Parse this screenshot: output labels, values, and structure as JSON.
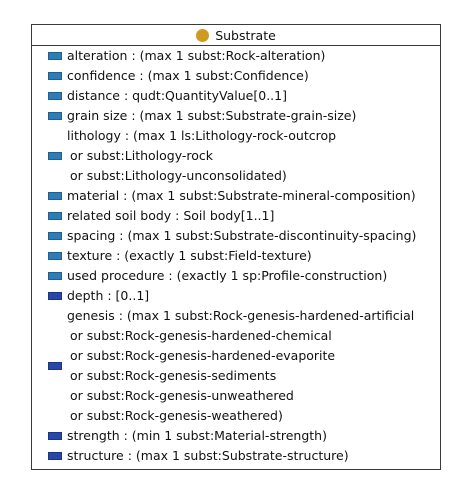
{
  "class_name": "Substrate",
  "colors": {
    "class_dot": "#cf9a20",
    "object_property": "#2d7cb5",
    "datatype_property": "#2748a8",
    "border": "#3a3a3a"
  },
  "attributes": [
    {
      "kind": "object_property",
      "lines": [
        "alteration :  (max 1 subst:Rock-alteration)"
      ]
    },
    {
      "kind": "object_property",
      "lines": [
        "confidence :  (max 1 subst:Confidence)"
      ]
    },
    {
      "kind": "object_property",
      "lines": [
        "distance : qudt:QuantityValue[0..1]"
      ]
    },
    {
      "kind": "object_property",
      "lines": [
        "grain size :  (max 1 subst:Substrate-grain-size)"
      ]
    },
    {
      "kind": "object_property",
      "lines": [
        "lithology :  (max 1 ls:Lithology-rock-outcrop",
        " or subst:Lithology-rock",
        " or subst:Lithology-unconsolidated)"
      ]
    },
    {
      "kind": "object_property",
      "lines": [
        "material :  (max 1 subst:Substrate-mineral-composition)"
      ]
    },
    {
      "kind": "object_property",
      "lines": [
        "related soil body : Soil body[1..1]"
      ]
    },
    {
      "kind": "object_property",
      "lines": [
        "spacing  :  (max 1 subst:Substrate-discontinuity-spacing)"
      ]
    },
    {
      "kind": "object_property",
      "lines": [
        "texture :  (exactly 1 subst:Field-texture)"
      ]
    },
    {
      "kind": "object_property",
      "lines": [
        "used procedure :  (exactly 1 sp:Profile-construction)"
      ]
    },
    {
      "kind": "datatype_property",
      "lines": [
        "depth : [0..1]"
      ]
    },
    {
      "kind": "datatype_property",
      "lines": [
        "genesis :  (max 1 subst:Rock-genesis-hardened-artificial",
        " or subst:Rock-genesis-hardened-chemical",
        " or subst:Rock-genesis-hardened-evaporite",
        " or subst:Rock-genesis-sediments",
        " or subst:Rock-genesis-unweathered",
        " or subst:Rock-genesis-weathered)"
      ]
    },
    {
      "kind": "datatype_property",
      "lines": [
        "strength :  (min 1 subst:Material-strength)"
      ]
    },
    {
      "kind": "datatype_property",
      "lines": [
        "structure :  (max 1 subst:Substrate-structure)"
      ]
    }
  ]
}
